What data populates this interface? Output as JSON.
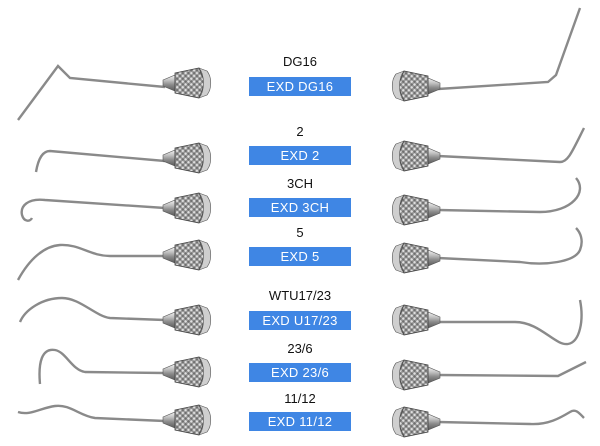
{
  "accent_color": "#3f86e4",
  "instruments": [
    {
      "model": "DG16",
      "code": "EXD DG16",
      "left_tip": "angled-probe",
      "right_tip": "angled-probe-up"
    },
    {
      "model": "2",
      "code": "EXD 2",
      "left_tip": "short-hook",
      "right_tip": "short-hook"
    },
    {
      "model": "3CH",
      "code": "EXD 3CH",
      "left_tip": "shepherd-hook",
      "right_tip": "curved-hook"
    },
    {
      "model": "5",
      "code": "EXD 5",
      "left_tip": "long-curve",
      "right_tip": "long-curve"
    },
    {
      "model": "WTU17/23",
      "code": "EXD U17/23",
      "left_tip": "wide-curve",
      "right_tip": "wide-curve"
    },
    {
      "model": "23/6",
      "code": "EXD 23/6",
      "left_tip": "hook-loop",
      "right_tip": "angled-probe"
    },
    {
      "model": "11/12",
      "code": "EXD 11/12",
      "left_tip": "wavy-tip",
      "right_tip": "wavy-tip"
    }
  ]
}
